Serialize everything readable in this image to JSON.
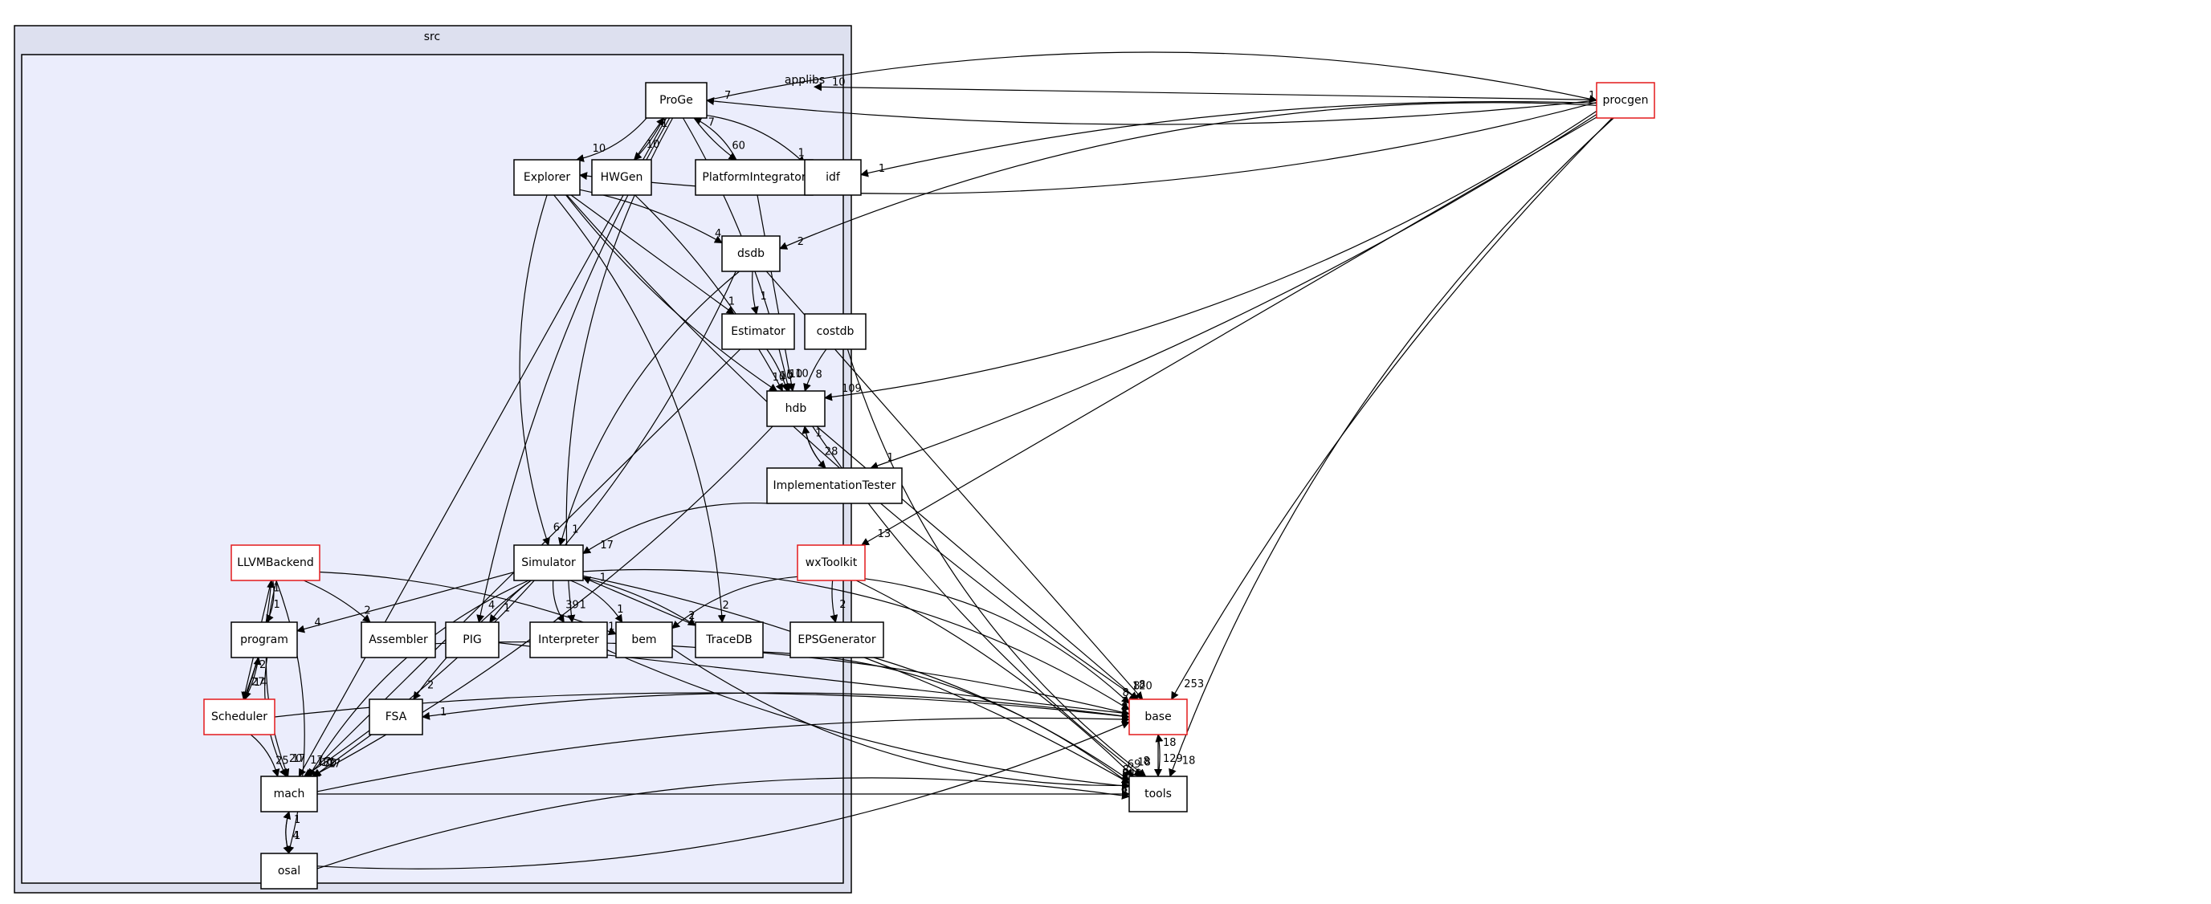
{
  "clusters": [
    {
      "id": "src",
      "label": "src"
    },
    {
      "id": "applibs",
      "label": "applibs"
    }
  ],
  "nodes": [
    {
      "id": "ProGe",
      "label": "ProGe",
      "border": "#000000"
    },
    {
      "id": "Explorer",
      "label": "Explorer",
      "border": "#000000"
    },
    {
      "id": "HWGen",
      "label": "HWGen",
      "border": "#000000"
    },
    {
      "id": "PlatformIntegrator",
      "label": "PlatformIntegrator",
      "border": "#000000"
    },
    {
      "id": "idf",
      "label": "idf",
      "border": "#000000"
    },
    {
      "id": "dsdb",
      "label": "dsdb",
      "border": "#000000"
    },
    {
      "id": "Estimator",
      "label": "Estimator",
      "border": "#000000"
    },
    {
      "id": "costdb",
      "label": "costdb",
      "border": "#000000"
    },
    {
      "id": "hdb",
      "label": "hdb",
      "border": "#000000"
    },
    {
      "id": "ImplementationTester",
      "label": "ImplementationTester",
      "border": "#000000"
    },
    {
      "id": "LLVMBackend",
      "label": "LLVMBackend",
      "border": "#e31a1c"
    },
    {
      "id": "Simulator",
      "label": "Simulator",
      "border": "#000000"
    },
    {
      "id": "program",
      "label": "program",
      "border": "#000000"
    },
    {
      "id": "Assembler",
      "label": "Assembler",
      "border": "#000000"
    },
    {
      "id": "PIG",
      "label": "PIG",
      "border": "#000000"
    },
    {
      "id": "Interpreter",
      "label": "Interpreter",
      "border": "#000000"
    },
    {
      "id": "bem",
      "label": "bem",
      "border": "#000000"
    },
    {
      "id": "TraceDB",
      "label": "TraceDB",
      "border": "#000000"
    },
    {
      "id": "EPSGenerator",
      "label": "EPSGenerator",
      "border": "#000000"
    },
    {
      "id": "Scheduler",
      "label": "Scheduler",
      "border": "#e31a1c"
    },
    {
      "id": "FSA",
      "label": "FSA",
      "border": "#000000"
    },
    {
      "id": "mach",
      "label": "mach",
      "border": "#000000"
    },
    {
      "id": "osal",
      "label": "osal",
      "border": "#000000"
    },
    {
      "id": "procgen",
      "label": "procgen",
      "border": "#e31a1c"
    },
    {
      "id": "wxToolkit",
      "label": "wxToolkit",
      "border": "#e31a1c"
    },
    {
      "id": "base",
      "label": "base",
      "border": "#e31a1c"
    },
    {
      "id": "tools",
      "label": "tools",
      "border": "#000000"
    }
  ],
  "edges": [
    {
      "from": "ProGe",
      "to": "Explorer",
      "label": "10"
    },
    {
      "from": "ProGe",
      "to": "HWGen",
      "label": "10"
    },
    {
      "from": "HWGen",
      "to": "ProGe",
      "label": "1"
    },
    {
      "from": "ProGe",
      "to": "PlatformIntegrator",
      "label": "60"
    },
    {
      "from": "PlatformIntegrator",
      "to": "ProGe",
      "label": "7"
    },
    {
      "from": "ProGe",
      "to": "idf",
      "label": "1"
    },
    {
      "from": "ProGe",
      "to": "hdb",
      "label": "10"
    },
    {
      "from": "ProGe",
      "to": "mach",
      "label": "17"
    },
    {
      "from": "ProGe",
      "to": "PIG",
      "label": "4"
    },
    {
      "from": "ProGe",
      "to": "Interpreter",
      "label": "1"
    },
    {
      "from": "ProGe",
      "to": "procgen",
      "label": "1"
    },
    {
      "from": "procgen",
      "to": "ProGe",
      "label": "7"
    },
    {
      "from": "procgen",
      "to": "applibs",
      "label": "10"
    },
    {
      "from": "procgen",
      "to": "idf",
      "label": "1"
    },
    {
      "from": "procgen",
      "to": "dsdb",
      "label": "2"
    },
    {
      "from": "procgen",
      "to": "hdb",
      "label": "109"
    },
    {
      "from": "procgen",
      "to": "ImplementationTester",
      "label": "1"
    },
    {
      "from": "procgen",
      "to": "wxToolkit",
      "label": "13"
    },
    {
      "from": "procgen",
      "to": "base",
      "label": "253"
    },
    {
      "from": "procgen",
      "to": "tools",
      "label": "18"
    },
    {
      "from": "procgen",
      "to": "Explorer",
      "label": "1"
    },
    {
      "from": "Explorer",
      "to": "dsdb",
      "label": "4"
    },
    {
      "from": "Explorer",
      "to": "Estimator",
      "label": "1"
    },
    {
      "from": "Explorer",
      "to": "hdb",
      "label": "10"
    },
    {
      "from": "Explorer",
      "to": "Simulator",
      "label": "6"
    },
    {
      "from": "Explorer",
      "to": "TraceDB",
      "label": "2"
    },
    {
      "from": "HWGen",
      "to": "hdb",
      "label": "10"
    },
    {
      "from": "PlatformIntegrator",
      "to": "hdb",
      "label": "10"
    },
    {
      "from": "dsdb",
      "to": "Estimator",
      "label": "1"
    },
    {
      "from": "dsdb",
      "to": "Simulator",
      "label": "1"
    },
    {
      "from": "dsdb",
      "to": "mach",
      "label": "17"
    },
    {
      "from": "Estimator",
      "to": "hdb",
      "label": "5"
    },
    {
      "from": "Estimator",
      "to": "mach",
      "label": "17"
    },
    {
      "from": "costdb",
      "to": "hdb",
      "label": "8"
    },
    {
      "from": "hdb",
      "to": "ImplementationTester",
      "label": "28"
    },
    {
      "from": "ImplementationTester",
      "to": "hdb",
      "label": "1"
    },
    {
      "from": "hdb",
      "to": "mach",
      "label": "17"
    },
    {
      "from": "hdb",
      "to": "base",
      "label": "120"
    },
    {
      "from": "hdb",
      "to": "tools",
      "label": "18"
    },
    {
      "from": "ImplementationTester",
      "to": "Simulator",
      "label": "17"
    },
    {
      "from": "LLVMBackend",
      "to": "program",
      "label": "1"
    },
    {
      "from": "LLVMBackend",
      "to": "Assembler",
      "label": "2"
    },
    {
      "from": "LLVMBackend",
      "to": "Scheduler",
      "label": "27"
    },
    {
      "from": "Scheduler",
      "to": "LLVMBackend",
      "label": "1"
    },
    {
      "from": "LLVMBackend",
      "to": "mach",
      "label": "17"
    },
    {
      "from": "LLVMBackend",
      "to": "osal",
      "label": "4"
    },
    {
      "from": "LLVMBackend",
      "to": "bem",
      "label": "1"
    },
    {
      "from": "Simulator",
      "to": "program",
      "label": "4"
    },
    {
      "from": "Simulator",
      "to": "PIG",
      "label": "1"
    },
    {
      "from": "Simulator",
      "to": "Interpreter",
      "label": "39"
    },
    {
      "from": "Simulator",
      "to": "bem",
      "label": "1"
    },
    {
      "from": "Simulator",
      "to": "TraceDB",
      "label": "2"
    },
    {
      "from": "TraceDB",
      "to": "Simulator",
      "label": "1"
    },
    {
      "from": "Simulator",
      "to": "FSA",
      "label": "2"
    },
    {
      "from": "Simulator",
      "to": "mach",
      "label": "30"
    },
    {
      "from": "Simulator",
      "to": "base",
      "label": "288"
    },
    {
      "from": "Simulator",
      "to": "tools",
      "label": "349"
    },
    {
      "from": "program",
      "to": "Scheduler",
      "label": "14"
    },
    {
      "from": "Scheduler",
      "to": "program",
      "label": "2"
    },
    {
      "from": "program",
      "to": "mach",
      "label": "20"
    },
    {
      "from": "Scheduler",
      "to": "mach",
      "label": "25"
    },
    {
      "from": "Scheduler",
      "to": "base",
      "label": "8"
    },
    {
      "from": "FSA",
      "to": "mach",
      "label": "2"
    },
    {
      "from": "base",
      "to": "FSA",
      "label": "1"
    },
    {
      "from": "mach",
      "to": "osal",
      "label": "1"
    },
    {
      "from": "osal",
      "to": "mach",
      "label": "1"
    },
    {
      "from": "mach",
      "to": "base",
      "label": "8"
    },
    {
      "from": "mach",
      "to": "tools",
      "label": "4"
    },
    {
      "from": "wxToolkit",
      "to": "EPSGenerator",
      "label": "2"
    },
    {
      "from": "wxToolkit",
      "to": "bem",
      "label": "1"
    },
    {
      "from": "wxToolkit",
      "to": "base",
      "label": "8"
    },
    {
      "from": "wxToolkit",
      "to": "tools",
      "label": "69"
    },
    {
      "from": "base",
      "to": "tools",
      "label": "129"
    },
    {
      "from": "tools",
      "to": "base",
      "label": "18"
    },
    {
      "from": "osal",
      "to": "base",
      "label": "8"
    },
    {
      "from": "osal",
      "to": "tools",
      "label": "8"
    },
    {
      "from": "Assembler",
      "to": "base",
      "label": "8"
    },
    {
      "from": "PIG",
      "to": "base",
      "label": "8"
    },
    {
      "from": "Interpreter",
      "to": "tools",
      "label": "8"
    },
    {
      "from": "bem",
      "to": "tools",
      "label": "8"
    },
    {
      "from": "TraceDB",
      "to": "tools",
      "label": "8"
    },
    {
      "from": "EPSGenerator",
      "to": "tools",
      "label": "8"
    },
    {
      "from": "dsdb",
      "to": "base",
      "label": "8"
    },
    {
      "from": "Explorer",
      "to": "base",
      "label": "8"
    },
    {
      "from": "costdb",
      "to": "tools",
      "label": "8"
    }
  ]
}
